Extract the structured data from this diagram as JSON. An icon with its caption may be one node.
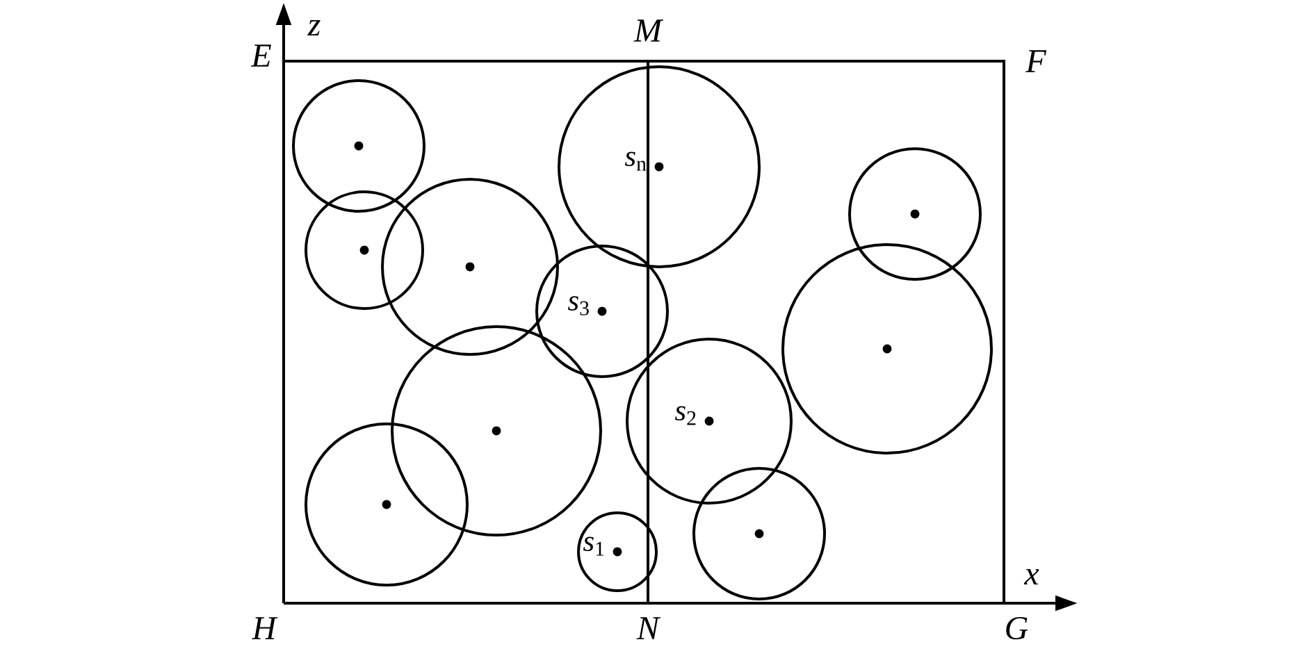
{
  "diagram": {
    "nodes": [
      {
        "text": [],
        "shape": "circle"
      },
      {
        "text": [
          "*s*$_{n}$"
        ]
      },
      {
        "text": [],
        "shape": "circle"
      },
      {
        "text": [],
        "shape": "circle"
      },
      {
        "text": [],
        "shape": "circle"
      },
      {
        "text": [
          "*s*$_{3}$"
        ]
      },
      {
        "text": [],
        "shape": "circle"
      },
      {
        "text": [
          "*s*$_{2}$"
        ]
      },
      {
        "text": [],
        "shape": "circle"
      },
      {
        "text": [],
        "shape": "circle"
      },
      {
        "text": [],
        "shape": "circle"
      },
      {
        "text": [
          "*s*$_{1}$"
        ]
      }
    ],
    "labels": [
      "z",
      "E",
      "M",
      "F",
      "x",
      "H",
      "N",
      "G"
    ]
  }
}
